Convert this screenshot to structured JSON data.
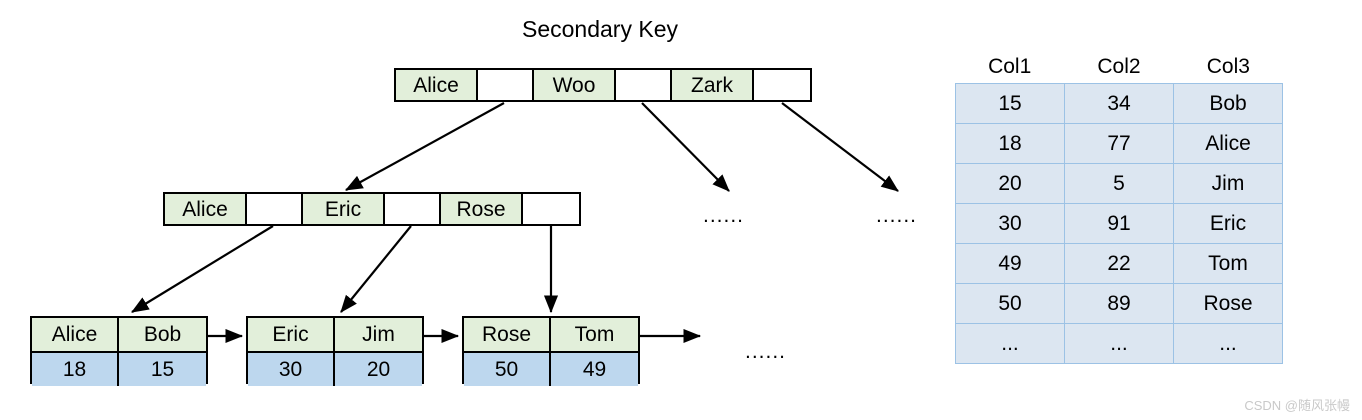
{
  "diagram": {
    "title": "Secondary Key",
    "root_node": {
      "name": "root-node",
      "cells": [
        {
          "type": "key",
          "label": "Alice"
        },
        {
          "type": "ptr",
          "label": ""
        },
        {
          "type": "key",
          "label": "Woo"
        },
        {
          "type": "ptr",
          "label": ""
        },
        {
          "type": "key",
          "label": "Zark"
        },
        {
          "type": "ptr",
          "label": ""
        }
      ]
    },
    "internal_node": {
      "name": "internal-node",
      "cells": [
        {
          "type": "key",
          "label": "Alice"
        },
        {
          "type": "ptr",
          "label": ""
        },
        {
          "type": "key",
          "label": "Eric"
        },
        {
          "type": "ptr",
          "label": ""
        },
        {
          "type": "key",
          "label": "Rose"
        },
        {
          "type": "ptr",
          "label": ""
        }
      ]
    },
    "leaf_nodes": [
      {
        "keys": [
          "Alice",
          "Bob"
        ],
        "values": [
          "18",
          "15"
        ]
      },
      {
        "keys": [
          "Eric",
          "Jim"
        ],
        "values": [
          "30",
          "20"
        ]
      },
      {
        "keys": [
          "Rose",
          "Tom"
        ],
        "values": [
          "50",
          "49"
        ]
      }
    ],
    "ellipsis_markers": {
      "middle_left": "......",
      "middle_right": "......",
      "leaf_right": "......"
    },
    "colors": {
      "key_cell": "#e2efda",
      "pointer_cell": "#ffffff",
      "value_cell": "#bdd7ee",
      "node_border": "#000000",
      "table_cell": "#dce6f1",
      "table_border": "#9cc2e5",
      "connector": "#000000"
    }
  },
  "table": {
    "name": "record-table",
    "headers": [
      "Col1",
      "Col2",
      "Col3"
    ],
    "rows": [
      [
        "15",
        "34",
        "Bob"
      ],
      [
        "18",
        "77",
        "Alice"
      ],
      [
        "20",
        "5",
        "Jim"
      ],
      [
        "30",
        "91",
        "Eric"
      ],
      [
        "49",
        "22",
        "Tom"
      ],
      [
        "50",
        "89",
        "Rose"
      ],
      [
        "...",
        "...",
        "..."
      ]
    ]
  },
  "watermark": {
    "text": "CSDN @随风张幔"
  }
}
